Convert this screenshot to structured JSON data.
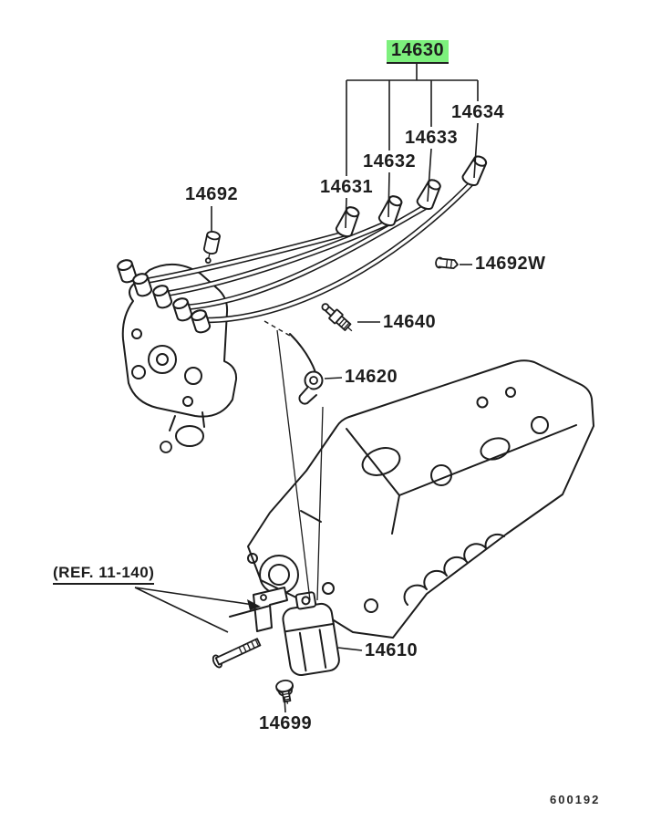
{
  "colors": {
    "highlight": "#7df07d",
    "line": "#1c1c1c",
    "background": "#ffffff"
  },
  "labels": {
    "l14630": "14630",
    "l14631": "14631",
    "l14632": "14632",
    "l14633": "14633",
    "l14634": "14634",
    "l14692": "14692",
    "l14692W": "14692W",
    "l14640": "14640",
    "l14620": "14620",
    "l14610": "14610",
    "l14699": "14699",
    "ref": "(REF. 11-140)",
    "sheet_code": "600192"
  }
}
